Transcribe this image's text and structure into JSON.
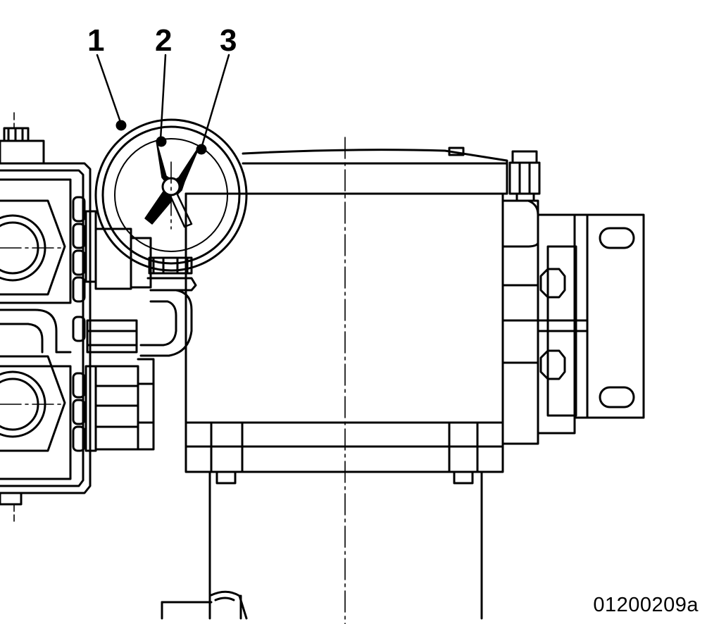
{
  "callouts": [
    {
      "id": "1",
      "label": "1"
    },
    {
      "id": "2",
      "label": "2"
    },
    {
      "id": "3",
      "label": "3"
    }
  ],
  "figure_code": "01200209a"
}
